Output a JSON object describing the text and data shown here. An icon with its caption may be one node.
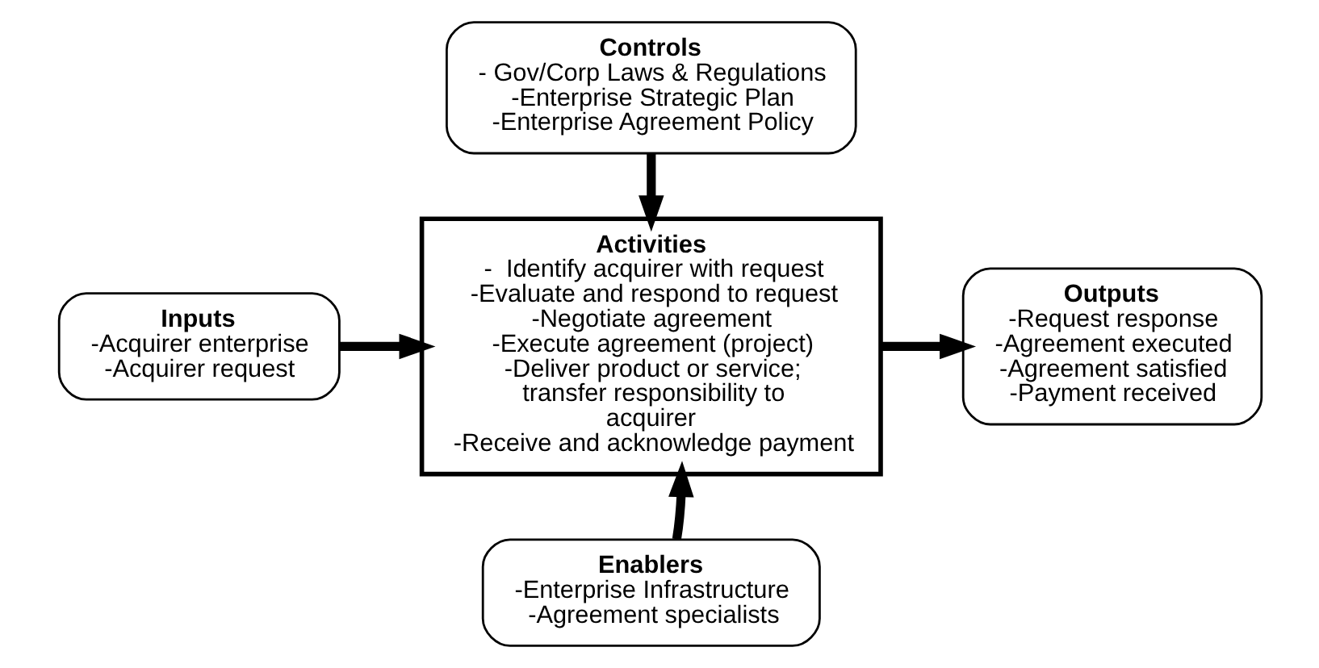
{
  "diagram": {
    "nodes": [
      {
        "text": [
          "Controls",
          "- Gov/Corp Laws & Regulations",
          "-Enterprise Strategic Plan",
          "-Enterprise Agreement Policy"
        ]
      },
      {
        "text": [
          "Inputs",
          "-Acquirer enterprise",
          "-Acquirer request"
        ]
      },
      {
        "text": [
          "Activities",
          "-  Identify acquirer with request",
          "-Evaluate and respond to request",
          "-Negotiate agreement",
          "-Execute agreement (project)",
          "-Deliver product or service; transfer responsibility to acquirer",
          "-Receive and acknowledge payment"
        ]
      },
      {
        "text": [
          "Outputs",
          "-Request response",
          "-Agreement executed",
          "-Agreement satisfied",
          "-Payment received"
        ]
      },
      {
        "text": [
          "Enablers",
          "-Enterprise Infrastructure",
          "-Agreement specialists"
        ]
      }
    ],
    "edges": [
      {
        "from": 0,
        "to": 2,
        "arrow": "to"
      },
      {
        "from": 1,
        "to": 2,
        "arrow": "to"
      },
      {
        "from": 2,
        "to": 3,
        "arrow": "to"
      },
      {
        "from": 4,
        "to": 2,
        "arrow": "to"
      }
    ]
  }
}
